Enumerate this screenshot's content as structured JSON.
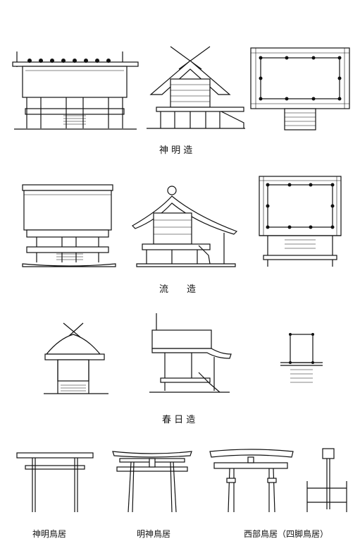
{
  "rows": [
    {
      "id": "shinmei",
      "caption": "神 明 造"
    },
    {
      "id": "nagare",
      "caption": "流　　造"
    },
    {
      "id": "kasuga",
      "caption": "春 日 造"
    }
  ],
  "torii": [
    {
      "id": "shinmei-torii",
      "caption": "神明鳥居"
    },
    {
      "id": "myojin-torii",
      "caption": "明神鳥居"
    },
    {
      "id": "saibu-torii",
      "caption": "西部鳥居（四脚鳥居）"
    }
  ],
  "colors": {
    "ink": "#111111",
    "paper": "#ffffff"
  }
}
